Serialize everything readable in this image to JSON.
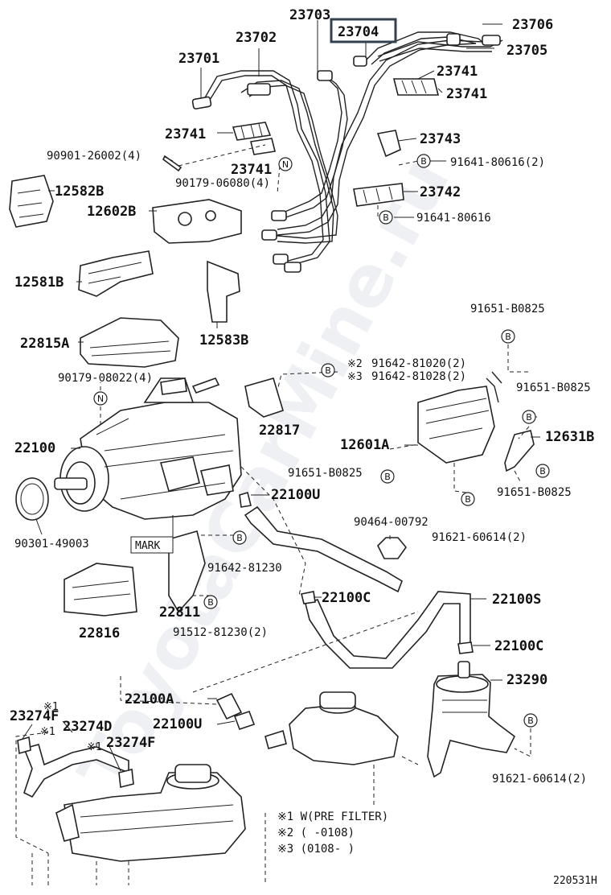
{
  "callouts": {
    "c23703": "23703",
    "c23704": "23704",
    "c23706": "23706",
    "c23702": "23702",
    "c23705": "23705",
    "c23701": "23701",
    "c23741a": "23741",
    "c23741b": "23741",
    "c23741c": "23741",
    "c23741d": "23741",
    "c90901": "90901-26002(4)",
    "c23743": "23743",
    "c91641a": "91641-80616(2)",
    "c90179a": "90179-06080(4)",
    "c12582B": "12582B",
    "c12602B": "12602B",
    "c23742": "23742",
    "c91641b": "91641-80616",
    "c12581B": "12581B",
    "c91651a": "91651-B0825",
    "c22815A": "22815A",
    "c12583B": "12583B",
    "c91642a": "91642-81020(2)",
    "c91642b": "91642-81028(2)",
    "c90179b": "90179-08022(4)",
    "c91651b": "91651-B0825",
    "c22817": "22817",
    "c22100": "22100",
    "c12601A": "12601A",
    "c12631B": "12631B",
    "c91651c": "91651-B0825",
    "c91651d": "91651-B0825",
    "c22100Ua": "22100U",
    "c90301": "90301-49003",
    "c90464": "90464-00792",
    "c91621a": "91621-60614(2)",
    "cMARK": "MARK",
    "c91642c": "91642-81230",
    "c22100C_a": "22100C",
    "c22100S": "22100S",
    "c22811": "22811",
    "c22816": "22816",
    "c91512": "91512-81230(2)",
    "c22100C_b": "22100C",
    "c23290": "23290",
    "c22100A": "22100A",
    "c22100Ub": "22100U",
    "c23274Fa": "23274F",
    "c23274D": "23274D",
    "c23274Fb": "23274F",
    "c91621b": "91621-60614(2)"
  },
  "marks": {
    "note1": "※1",
    "note2": "※2",
    "note3": "※3",
    "b": "B",
    "n": "N"
  },
  "notes": {
    "n1": "※1 W(PRE FILTER)",
    "n2": "※2 (     -0108)",
    "n3": "※3 (0108-     )"
  },
  "figure_code": "220531H",
  "watermark": "ToyotaCarMine.ru",
  "highlight_color": "#33414f"
}
